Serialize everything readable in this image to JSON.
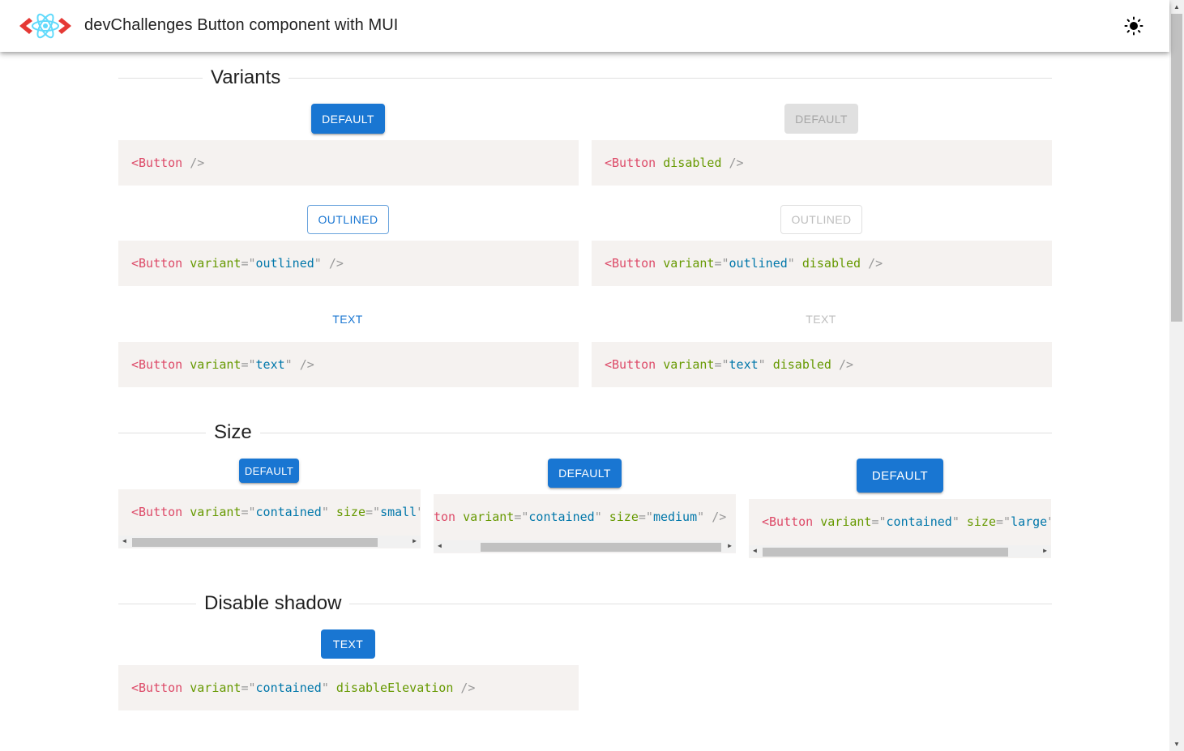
{
  "app": {
    "title": "devChallenges Button component with MUI"
  },
  "icons": {
    "logo": "react-atom-logo-icon",
    "theme": "sun-icon"
  },
  "colors": {
    "primary": "#1976d2",
    "code_bg": "#f5f2f0",
    "tag": "#dd4a68",
    "attr": "#669900",
    "value": "#0077aa",
    "punct": "#999999"
  },
  "sections": {
    "variants": {
      "title": "Variants",
      "items": [
        {
          "label": "Default",
          "code": [
            "<",
            "Button",
            " />"
          ]
        },
        {
          "label": "Default",
          "code": [
            "<",
            "Button",
            " ",
            "disabled",
            " />"
          ]
        },
        {
          "label": "Outlined",
          "code": {
            "tag": "Button",
            "attr": "variant",
            "value": "outlined"
          }
        },
        {
          "label": "Outlined",
          "code": {
            "tag": "Button",
            "attr": "variant",
            "value": "outlined",
            "extra": "disabled"
          }
        },
        {
          "label": "Text",
          "code": {
            "tag": "Button",
            "attr": "variant",
            "value": "text"
          }
        },
        {
          "label": "Text",
          "code": {
            "tag": "Button",
            "attr": "variant",
            "value": "text",
            "extra": "disabled"
          }
        }
      ]
    },
    "size": {
      "title": "Size",
      "items": [
        {
          "label": "Default",
          "value": "small"
        },
        {
          "label": "Default",
          "value": "medium"
        },
        {
          "label": "Default",
          "value": "large"
        }
      ]
    },
    "disable_shadow": {
      "title": "Disable shadow",
      "items": [
        {
          "label": "Text",
          "extra": "disableElevation"
        }
      ]
    }
  },
  "code_tokens": {
    "lt": "<",
    "close": "/>",
    "button": "Button",
    "ton": "ton",
    "variant": "variant",
    "eq": "=",
    "q": "\"",
    "size": "size",
    "disabled": "disabled",
    "contained": "contained",
    "outlined": "outlined",
    "text": "text",
    "small": "small",
    "medium": "medium",
    "large": "large",
    "disableElevation": "disableElevation"
  }
}
